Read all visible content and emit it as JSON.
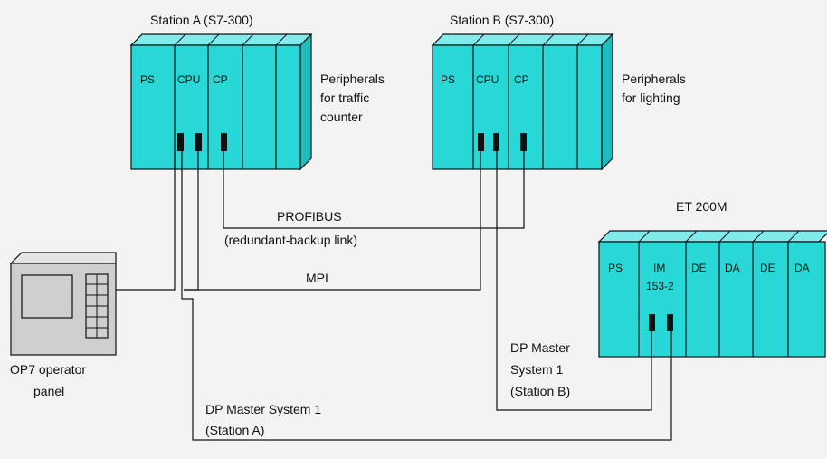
{
  "colors": {
    "module_front": "#27d8d6",
    "module_top": "#7feceb",
    "module_side": "#1bbdbd",
    "background": "#f3f3f3",
    "panel": "#cfcfcf",
    "line": "#111111"
  },
  "station_a": {
    "title": "Station A (S7-300)",
    "modules": [
      "PS",
      "CPU",
      "CP"
    ],
    "peripherals": [
      "Peripherals",
      "for traffic",
      "counter"
    ]
  },
  "station_b": {
    "title": "Station B (S7-300)",
    "modules": [
      "PS",
      "CPU",
      "CP"
    ],
    "peripherals": [
      "Peripherals",
      "for lighting"
    ]
  },
  "et200m": {
    "title": "ET 200M",
    "modules": [
      "PS",
      "IM",
      "153-2",
      "DE",
      "DA",
      "DE",
      "DA"
    ]
  },
  "operator_panel": {
    "label": [
      "OP7 operator",
      "panel"
    ]
  },
  "links": {
    "profibus": [
      "PROFIBUS",
      "(redundant-backup link)"
    ],
    "mpi": "MPI",
    "dp_station_a": [
      "DP Master System 1",
      "(Station A)"
    ],
    "dp_station_b": [
      "DP Master",
      "System 1",
      "(Station B)"
    ]
  }
}
